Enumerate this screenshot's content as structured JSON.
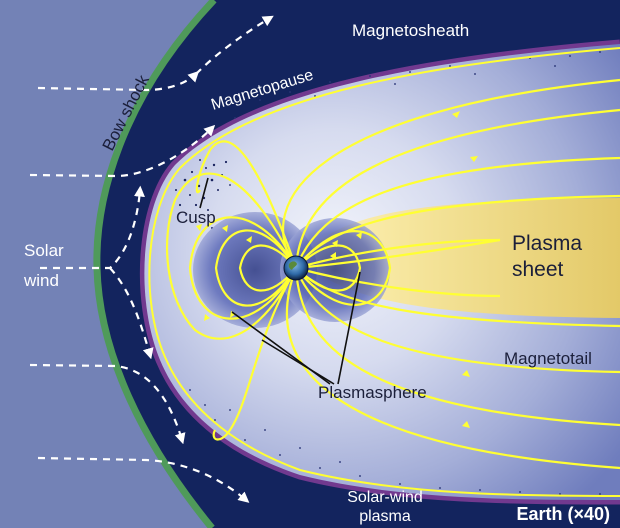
{
  "labels": {
    "magnetosheath": "Magnetosheath",
    "magnetopause": "Magnetopause",
    "bow_shock": "Bow shock",
    "cusp": "Cusp",
    "solar_wind_line1": "Solar",
    "solar_wind_line2": "wind",
    "plasma_sheet_line1": "Plasma",
    "plasma_sheet_line2": "sheet",
    "magnetotail": "Magnetotail",
    "plasmasphere": "Plasmasphere",
    "solar_wind_plasma_line1": "Solar-wind",
    "solar_wind_plasma_line2": "plasma",
    "scale_note": "Earth (×40)"
  },
  "colors": {
    "solar_wind_region": "#7382b6",
    "magnetosheath": "#13245e",
    "bow_shock": "#4f9a5a",
    "magnetopause_glow": "#c04ab8",
    "field_lines": "#ffff33",
    "plasma_sheet": "#e8d47a",
    "magnetosphere_light": "#e4e8f6",
    "magnetosphere_mid": "#9aa6d4"
  },
  "icons": {
    "earth": "earth-globe-icon",
    "flow_arrows": "dashed-arrow-icon"
  }
}
